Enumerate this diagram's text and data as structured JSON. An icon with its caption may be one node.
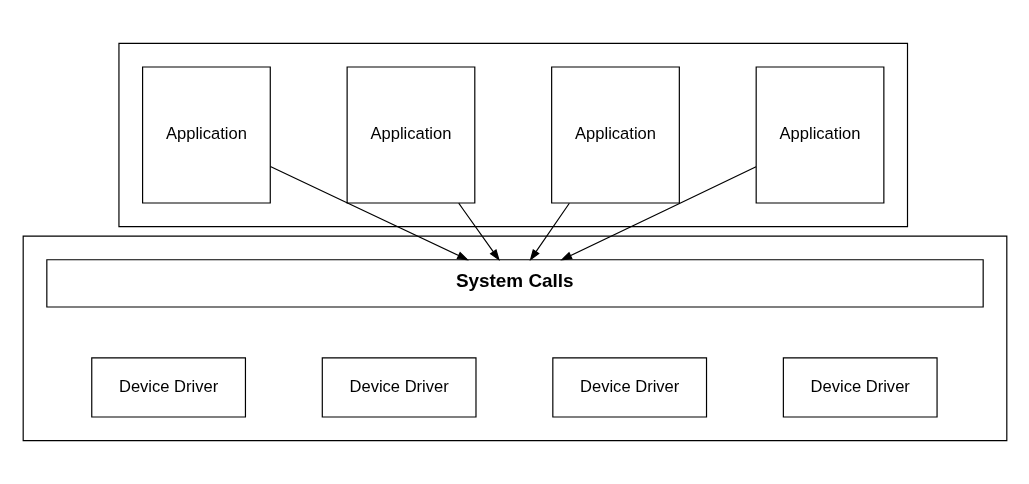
{
  "diagram": {
    "nodes": [
      {
        "text": [],
        "shape": "box"
      },
      {
        "text": [
          "Application"
        ],
        "in": 0
      },
      {
        "text": [
          "Application"
        ],
        "in": 0
      },
      {
        "text": [
          "Application"
        ],
        "in": 0
      },
      {
        "text": [
          "Application"
        ],
        "in": 0
      },
      {
        "text": [],
        "shape": "box"
      },
      {
        "text": [
          "System Calls"
        ],
        "in": 5
      },
      {
        "text": [
          "Device Driver"
        ],
        "in": 5
      },
      {
        "text": [
          "Device Driver"
        ],
        "in": 5
      },
      {
        "text": [
          "Device Driver"
        ],
        "in": 5
      },
      {
        "text": [
          "Device Driver"
        ],
        "in": 5
      }
    ],
    "edges": [
      {
        "from": 1,
        "to": 6,
        "arrow": "to"
      },
      {
        "from": 2,
        "to": 6,
        "arrow": "to"
      },
      {
        "from": 3,
        "to": 6,
        "arrow": "to"
      },
      {
        "from": 4,
        "to": 6,
        "arrow": "to"
      }
    ]
  }
}
